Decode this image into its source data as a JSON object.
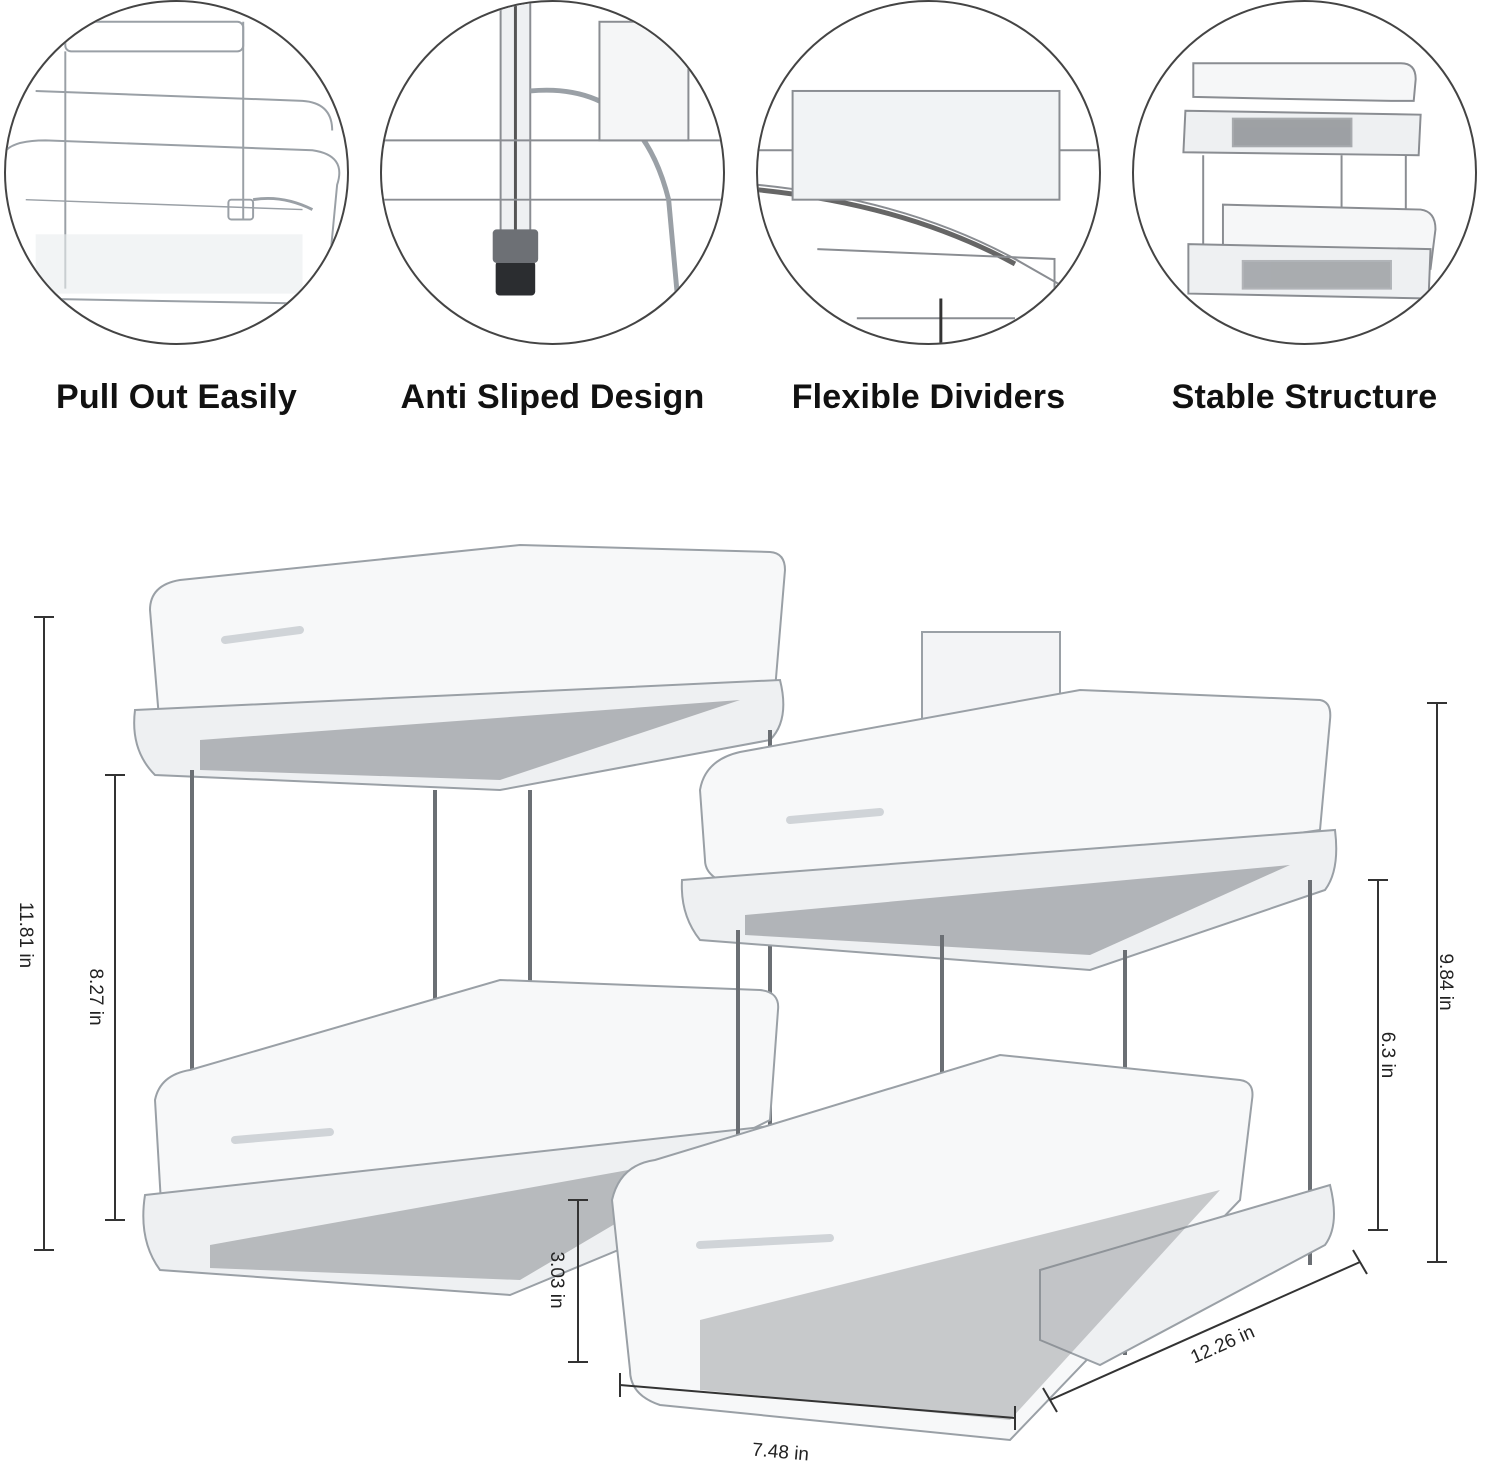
{
  "features": [
    {
      "label": "Pull Out Easily",
      "icon": "drawer-pull-icon"
    },
    {
      "label": "Anti Sliped Design",
      "icon": "anti-slip-foot-icon"
    },
    {
      "label": "Flexible Dividers",
      "icon": "divider-icon"
    },
    {
      "label": "Stable Structure",
      "icon": "two-tier-rack-icon"
    }
  ],
  "dimensions": {
    "left_height": "11.81 in",
    "left_tier_gap": "8.27 in",
    "bottom_drawer_height": "3.03 in",
    "width": "7.48 in",
    "depth": "12.26 in",
    "right_height": "9.84 in",
    "right_tier_gap": "6.3 in"
  },
  "colors": {
    "line": "#333333",
    "plastic_edge": "#9aa0a6",
    "tray_grey": "#8a8d92"
  }
}
